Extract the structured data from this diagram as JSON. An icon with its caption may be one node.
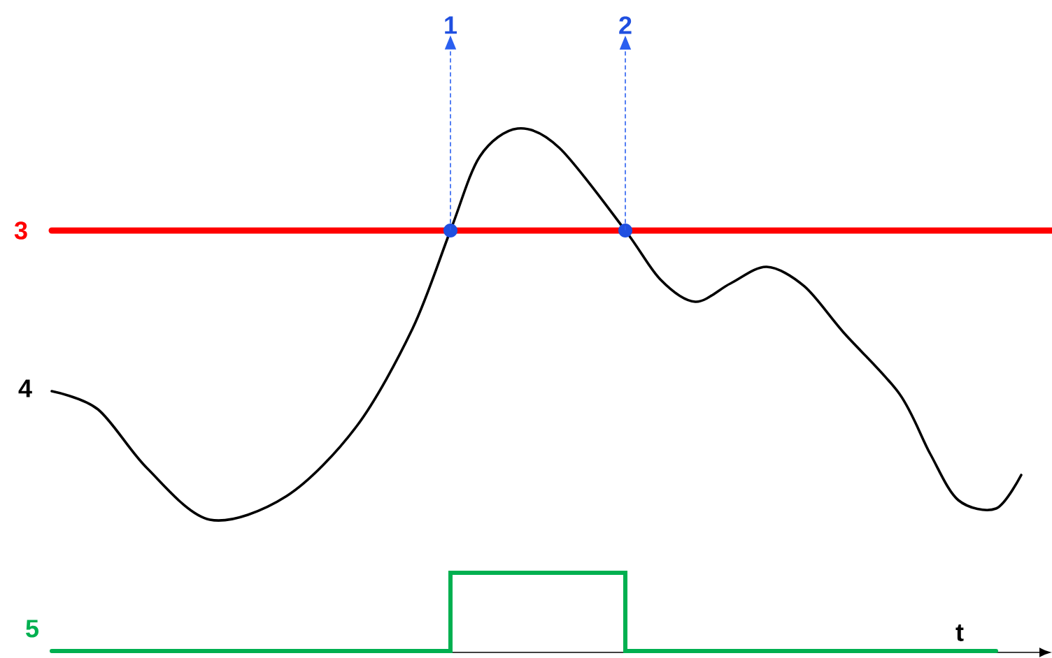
{
  "diagram": {
    "nodes": [
      {
        "text": [
          "1"
        ]
      },
      {
        "text": [
          "2"
        ]
      },
      {
        "text": [],
        "shape": "circle"
      },
      {
        "text": [],
        "shape": "circle"
      }
    ],
    "edges": [
      {
        "from": 2,
        "to": 0,
        "arrow": "to",
        "style": "dashed",
        "color": "#2a5ff0"
      },
      {
        "from": 3,
        "to": 1,
        "arrow": "to",
        "style": "dashed",
        "color": "#2a5ff0"
      }
    ],
    "labels": [
      "3",
      "4",
      "5",
      "t"
    ]
  }
}
